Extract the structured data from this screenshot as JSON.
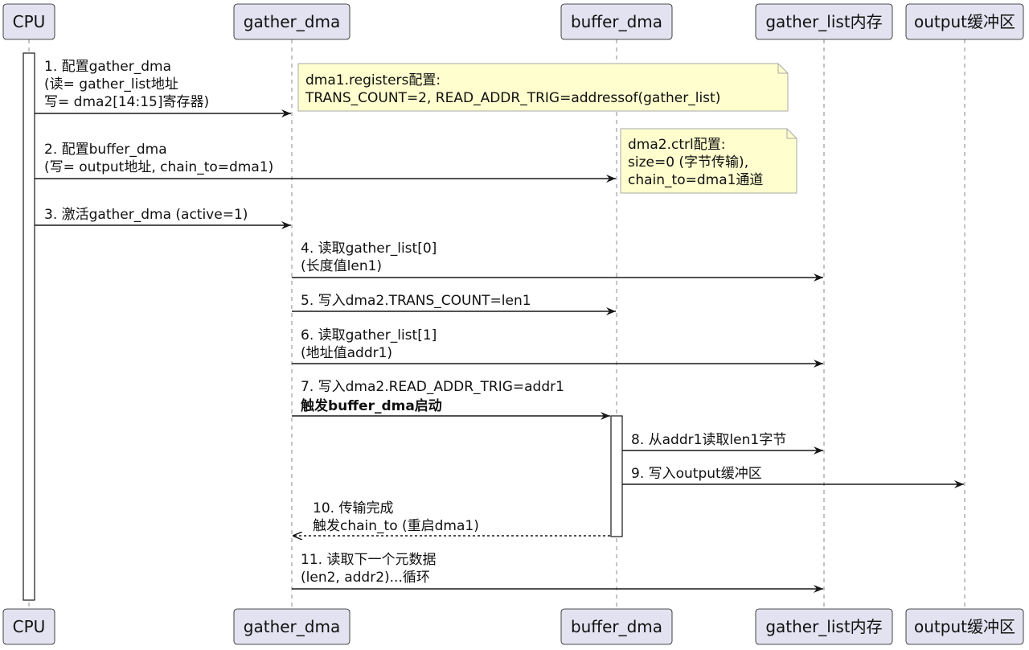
{
  "participants": [
    {
      "id": "cpu",
      "label": "CPU"
    },
    {
      "id": "gather",
      "label": "gather_dma"
    },
    {
      "id": "buffer",
      "label": "buffer_dma"
    },
    {
      "id": "list",
      "label": "gather_list内存"
    },
    {
      "id": "out",
      "label": "output缓冲区"
    }
  ],
  "messages": [
    {
      "from": "cpu",
      "to": "gather",
      "style": "solid",
      "lines": [
        {
          "text": "1. 配置gather_dma"
        },
        {
          "text": "(读= gather_list地址"
        },
        {
          "text": "写= dma2[14:15]寄存器)"
        }
      ]
    },
    {
      "from": "cpu",
      "to": "buffer",
      "style": "solid",
      "lines": [
        {
          "text": "2. 配置buffer_dma"
        },
        {
          "text": "(写= output地址, chain_to=dma1)"
        }
      ]
    },
    {
      "from": "cpu",
      "to": "gather",
      "style": "solid",
      "lines": [
        {
          "text": "3. 激活gather_dma (active=1)"
        }
      ]
    },
    {
      "from": "gather",
      "to": "list",
      "style": "solid",
      "lines": [
        {
          "text": "4. 读取gather_list[0]"
        },
        {
          "text": "(长度值len1)"
        }
      ]
    },
    {
      "from": "gather",
      "to": "buffer",
      "style": "solid",
      "lines": [
        {
          "text": "5. 写入dma2.TRANS_COUNT=len1"
        }
      ]
    },
    {
      "from": "gather",
      "to": "list",
      "style": "solid",
      "lines": [
        {
          "text": "6. 读取gather_list[1]"
        },
        {
          "text": "(地址值addr1)"
        }
      ]
    },
    {
      "from": "gather",
      "to": "buffer",
      "style": "solid",
      "lines": [
        {
          "text": "7. 写入dma2.READ_ADDR_TRIG=addr1"
        },
        {
          "text": "触发buffer_dma启动",
          "bold": true
        }
      ]
    },
    {
      "from": "buffer",
      "to": "list",
      "style": "solid",
      "lines": [
        {
          "text": "8. 从addr1读取len1字节"
        }
      ]
    },
    {
      "from": "buffer",
      "to": "out",
      "style": "solid",
      "lines": [
        {
          "text": "9. 写入output缓冲区"
        }
      ]
    },
    {
      "from": "buffer",
      "to": "gather",
      "style": "dashed",
      "lines": [
        {
          "text": "10. 传输完成"
        },
        {
          "text": "触发chain_to (重启dma1)"
        }
      ]
    },
    {
      "from": "gather",
      "to": "list",
      "style": "solid",
      "lines": [
        {
          "text": "11. 读取下一个元数据"
        },
        {
          "text": "(len2, addr2)...循环"
        }
      ]
    }
  ],
  "notes": [
    {
      "lines": [
        "dma1.registers配置:",
        "TRANS_COUNT=2, READ_ADDR_TRIG=addressof(gather_list)"
      ]
    },
    {
      "lines": [
        "dma2.ctrl配置:",
        "size=0 (字节传输),",
        "chain_to=dma1通道"
      ]
    }
  ],
  "colors": {
    "participant_fill": "#e2e2f0",
    "participant_border": "#181818",
    "lifeline": "#888888",
    "note_fill": "#fefece",
    "note_border": "#a8a8a8",
    "arrow": "#181818"
  }
}
